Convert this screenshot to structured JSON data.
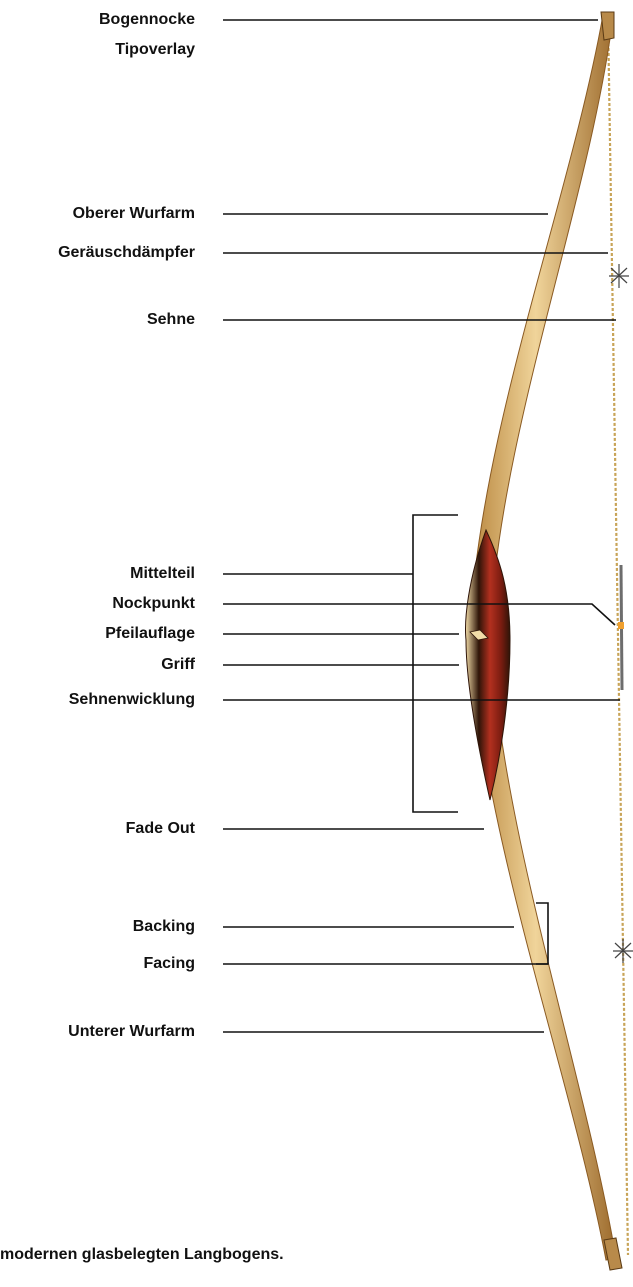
{
  "labels": {
    "bogennocke": "Bogennocke",
    "tipoverlay": "Tipoverlay",
    "oberer_wurfarm": "Oberer Wurfarm",
    "geraeuschdaempfer": "Geräuschdämpfer",
    "sehne": "Sehne",
    "mittelteil": "Mittelteil",
    "nockpunkt": "Nockpunkt",
    "pfeilauflage": "Pfeilauflage",
    "griff": "Griff",
    "sehnenwicklung": "Sehnenwicklung",
    "fade_out": "Fade Out",
    "backing": "Backing",
    "facing": "Facing",
    "unterer_wurfarm": "Unterer Wurfarm"
  },
  "caption": "modernen glasbelegten Langbogens.",
  "colors": {
    "wood_light": "#e8c98a",
    "wood_mid": "#c99a55",
    "wood_dark": "#7a4a1e",
    "riser_red": "#a0281c",
    "riser_dark": "#3a1a0c",
    "string": "#c8a458",
    "leader_line": "#111111",
    "nocking_point": "#f0a030",
    "serving": "#777777"
  }
}
